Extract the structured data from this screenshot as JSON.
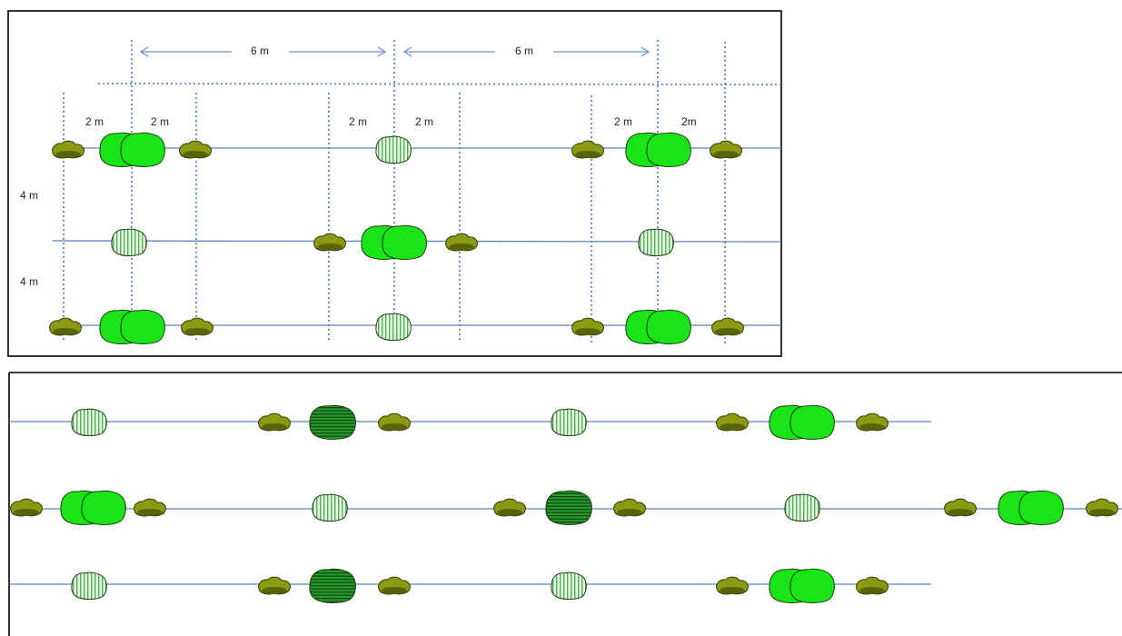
{
  "diagram": {
    "title": "",
    "labels": {
      "spacing_6m": "6 m",
      "spacing_2m": "2 m",
      "spacing_2m_nospace": "2m",
      "spacing_4m": "4 m"
    },
    "legend_items": [],
    "colors": {
      "line": "#5b82c4",
      "border": "#000000",
      "shrub_light": "#8a9b12",
      "shrub_dark": "#4d5c07",
      "tree_bright": "#18e418",
      "vertical_stripe_fill": "#eaf8e8",
      "vertical_stripe": "#4caf50",
      "horizontal_stripe_fill": "#27992b",
      "horizontal_stripe": "#0e4a14"
    },
    "panels": [
      {
        "name": "detail-layout",
        "rows": [
          [
            "shrub",
            "double-tree",
            "shrub",
            "vertical-striped",
            "shrub",
            "double-tree",
            "shrub"
          ],
          [
            "vertical-striped",
            "shrub",
            "double-tree",
            "shrub",
            "vertical-striped"
          ],
          [
            "shrub",
            "double-tree",
            "shrub",
            "vertical-striped",
            "shrub",
            "double-tree",
            "shrub"
          ]
        ]
      },
      {
        "name": "full-layout",
        "rows": [
          [
            "vertical-striped",
            "shrub",
            "horizontal-striped",
            "shrub",
            "vertical-striped",
            "shrub",
            "double-tree",
            "shrub"
          ],
          [
            "shrub",
            "double-tree",
            "shrub",
            "vertical-striped",
            "shrub",
            "horizontal-striped",
            "shrub",
            "vertical-striped",
            "shrub",
            "double-tree",
            "shrub"
          ],
          [
            "vertical-striped",
            "shrub",
            "horizontal-striped",
            "shrub",
            "vertical-striped",
            "shrub",
            "double-tree",
            "shrub"
          ]
        ]
      }
    ]
  }
}
